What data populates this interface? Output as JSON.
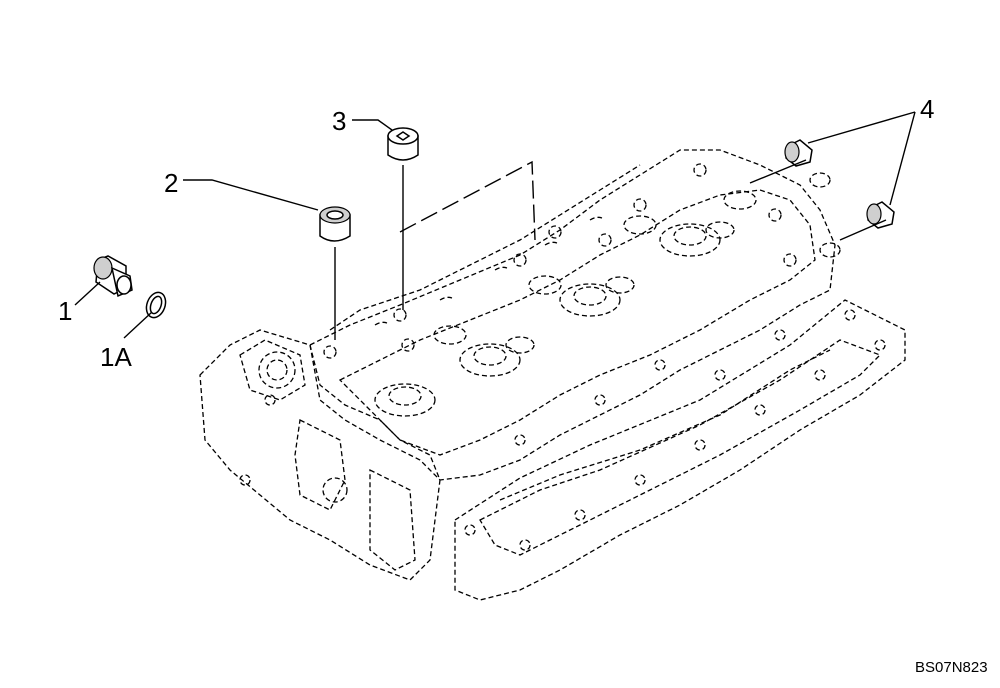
{
  "diagram": {
    "callouts": [
      {
        "id": "c1",
        "text": "1"
      },
      {
        "id": "c1a",
        "text": "1A"
      },
      {
        "id": "c2",
        "text": "2"
      },
      {
        "id": "c3",
        "text": "3"
      },
      {
        "id": "c4",
        "text": "4"
      }
    ],
    "drawing_ref": "BS07N823"
  }
}
